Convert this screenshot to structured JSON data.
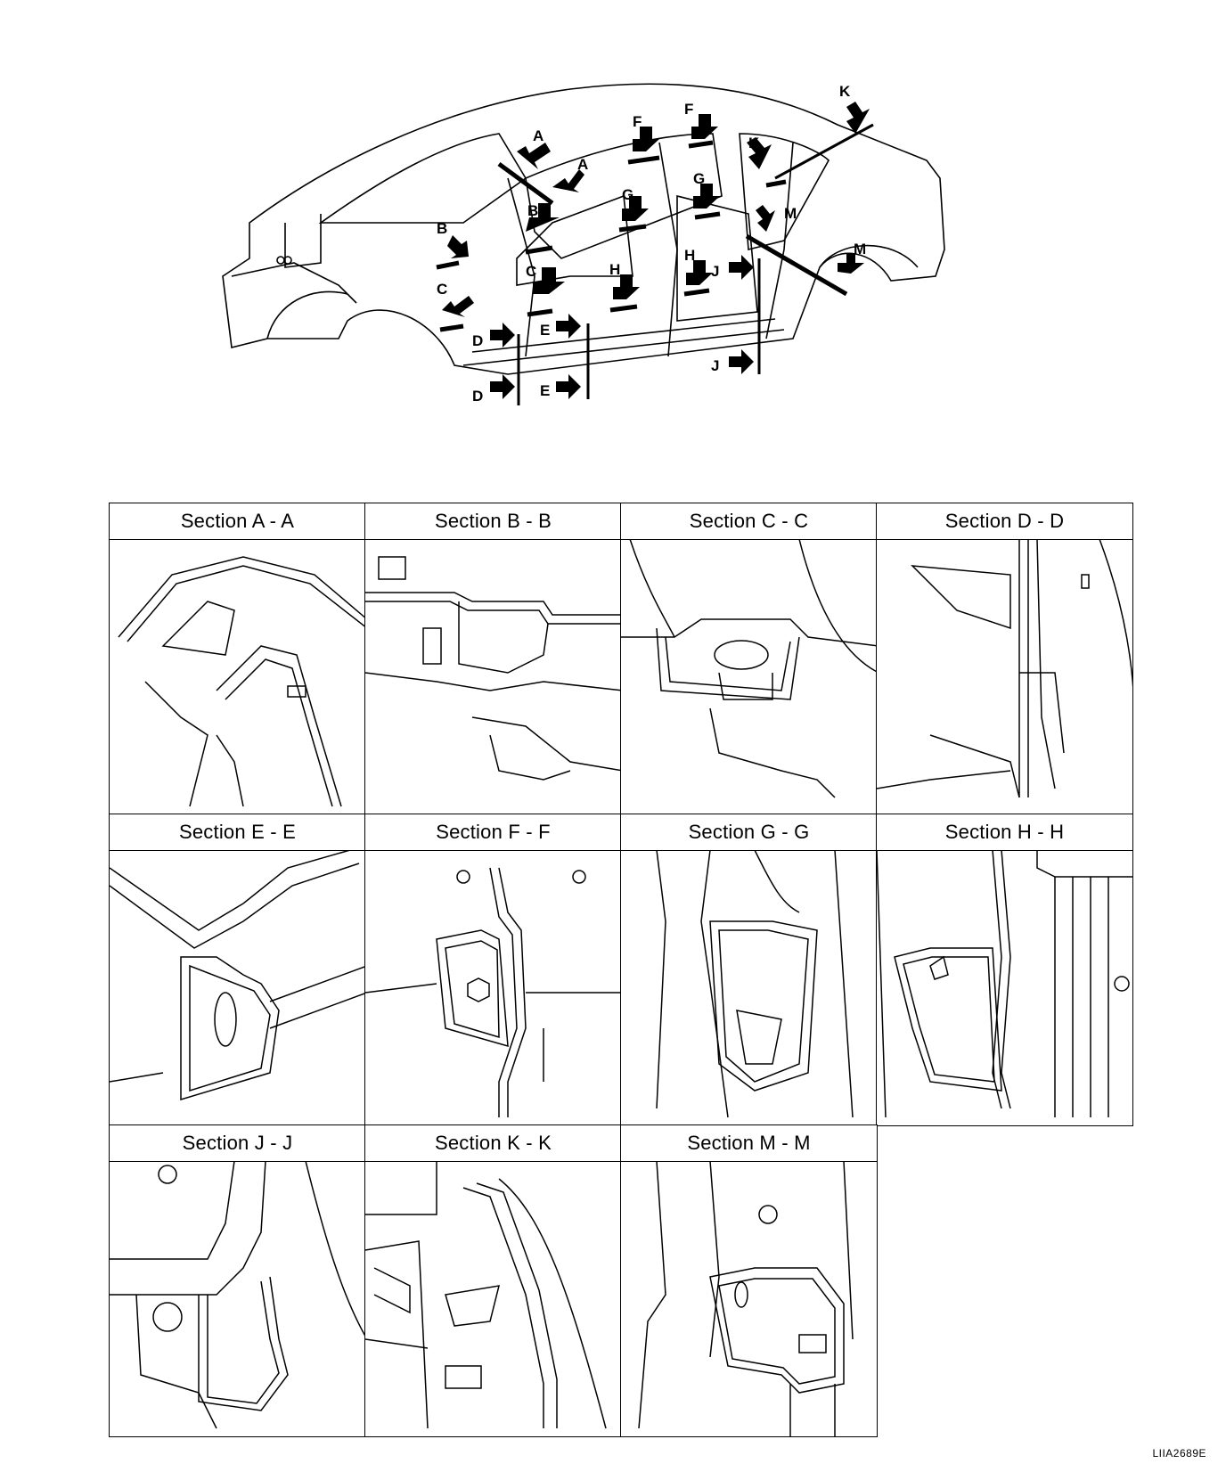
{
  "diagram": {
    "cut_labels": [
      "A",
      "A",
      "B",
      "B",
      "C",
      "C",
      "D",
      "D",
      "E",
      "E",
      "F",
      "F",
      "G",
      "G",
      "H",
      "H",
      "J",
      "J",
      "K",
      "K",
      "M",
      "M"
    ],
    "sections": [
      {
        "title": "Section A - A"
      },
      {
        "title": "Section B - B"
      },
      {
        "title": "Section C - C"
      },
      {
        "title": "Section D - D"
      },
      {
        "title": "Section E - E"
      },
      {
        "title": "Section F - F"
      },
      {
        "title": "Section G - G"
      },
      {
        "title": "Section H - H"
      },
      {
        "title": "Section J - J"
      },
      {
        "title": "Section K - K"
      },
      {
        "title": "Section M - M"
      }
    ],
    "figure_code": "LIIA2689E"
  }
}
